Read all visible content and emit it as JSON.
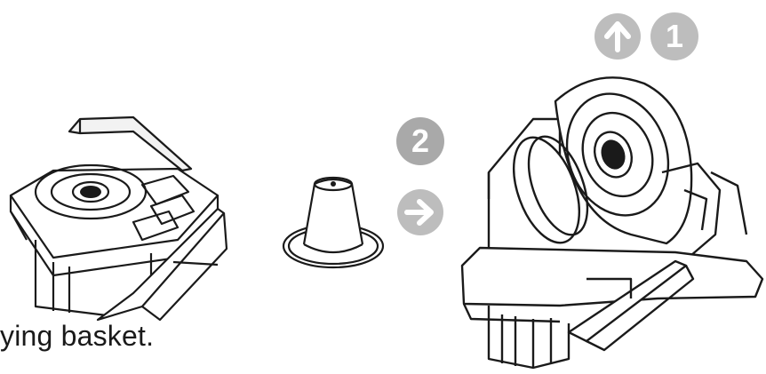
{
  "caption": "ying basket.",
  "steps": [
    {
      "number": "1",
      "color": "#bdbdbd"
    },
    {
      "number": "2",
      "color": "#a9a9a9"
    }
  ],
  "icons": [
    "arrow-up-icon",
    "arrow-right-icon"
  ],
  "colors": {
    "line": "#1a1a1a",
    "badge": "#bdbdbd",
    "background": "#ffffff"
  }
}
